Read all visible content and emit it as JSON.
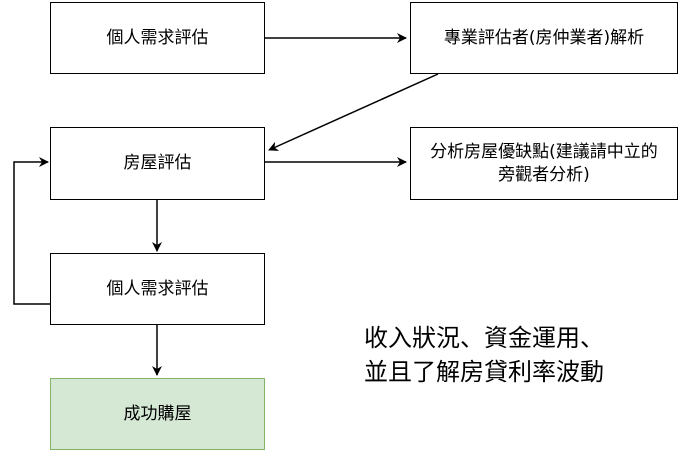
{
  "nodes": {
    "personal_needs_top": "個人需求評估",
    "professional_assessor": "專業評估者(房仲業者)解析",
    "house_assessment": "房屋評估",
    "pros_cons_analysis": "分析房屋優缺點(建議請中立的旁觀者分析)",
    "personal_needs_bottom": "個人需求評估",
    "purchase_success": "成功購屋"
  },
  "note": "收入狀況、資金運用、\n並且了解房貸利率波動",
  "colors": {
    "line": "#000000",
    "success_fill": "#d5e8d4",
    "success_border": "#82b366"
  }
}
